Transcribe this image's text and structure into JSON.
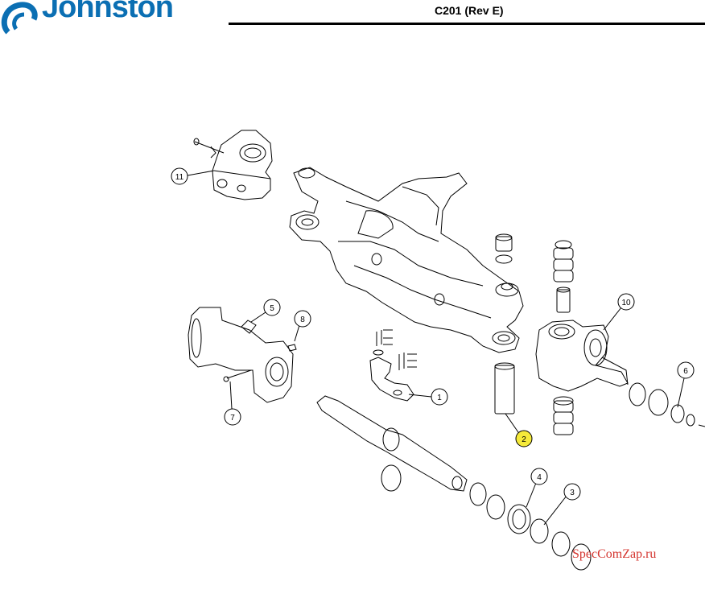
{
  "header": {
    "brand": "Johnston",
    "doc_code": "C201 (Rev E)",
    "brand_color": "#0b6fb3"
  },
  "watermark": {
    "text": "SpecComZap.ru",
    "color": "#d4352f"
  },
  "callouts": [
    {
      "id": "callout-1",
      "label": "1",
      "highlighted": false
    },
    {
      "id": "callout-2",
      "label": "2",
      "highlighted": true,
      "highlight_color": "#f5ea3a"
    },
    {
      "id": "callout-3",
      "label": "3",
      "highlighted": false
    },
    {
      "id": "callout-4",
      "label": "4",
      "highlighted": false
    },
    {
      "id": "callout-5",
      "label": "5",
      "highlighted": false
    },
    {
      "id": "callout-6",
      "label": "6",
      "highlighted": false
    },
    {
      "id": "callout-7",
      "label": "7",
      "highlighted": false
    },
    {
      "id": "callout-8",
      "label": "8",
      "highlighted": false
    },
    {
      "id": "callout-10",
      "label": "10",
      "highlighted": false
    },
    {
      "id": "callout-11",
      "label": "11",
      "highlighted": false
    }
  ]
}
